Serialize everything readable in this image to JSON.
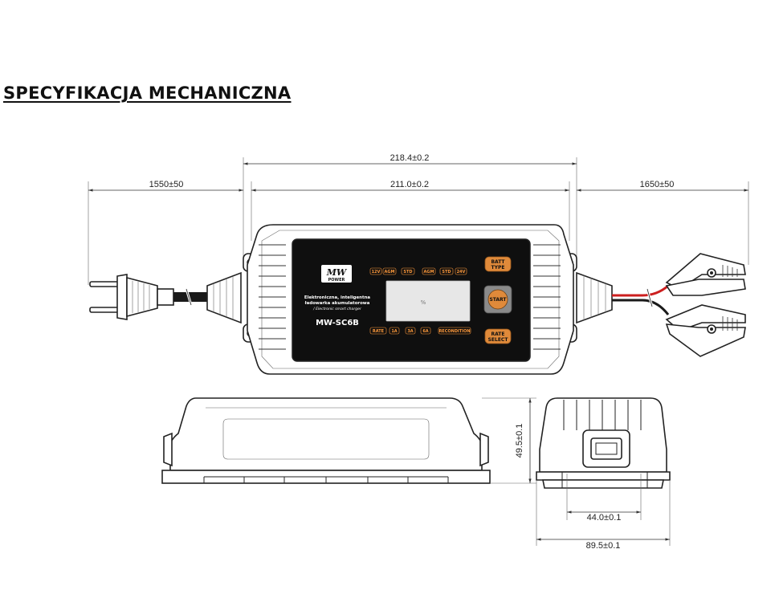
{
  "heading": "SPECYFIKACJA MECHANICZNA",
  "dimensions": {
    "overall_length": "218.4±0.2",
    "body_length": "211.0±0.2",
    "ac_cable_length": "1550±50",
    "dc_cable_length": "1650±50",
    "height": "49.5±0.1",
    "clip_width": "44.0±0.1",
    "total_width": "89.5±0.1"
  },
  "device": {
    "logo_top": "MW",
    "logo_bottom": "POWER",
    "desc_line1": "Elektroniczna, inteligentna",
    "desc_line2": "ładowarka akumulatorowa",
    "desc_line3": "/ Electronic smart charger",
    "model": "MW-SC6B",
    "lcd_glyph": "%",
    "led_12v": "12V",
    "led_agm1": "AGM",
    "led_std1": "STD",
    "led_agm2": "AGM",
    "led_std2": "STD",
    "led_24v": "24V",
    "rate_label": "RATE",
    "rate_1a": "1A",
    "rate_3a": "3A",
    "rate_6a": "6A",
    "recondition": "RECONDITION",
    "batt_type_line1": "BATT",
    "batt_type_line2": "TYPE",
    "start_label": "START",
    "rate_btn_line1": "RATE",
    "rate_btn_line2": "SELECT"
  },
  "colors": {
    "panel": "#0f0f0f",
    "led_orange": "#ff9a3c",
    "button_orange": "#e08a3a",
    "cable_red": "#cc1f1f"
  }
}
